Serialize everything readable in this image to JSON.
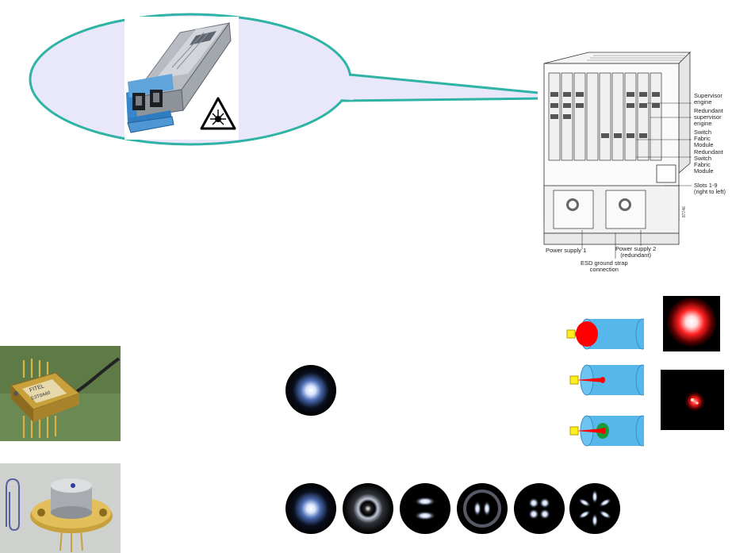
{
  "colors": {
    "bubble_fill": "#e8e8fa",
    "bubble_stroke": "#2eb3a5",
    "fiber_cyan": "#56b8ea",
    "laser_red": "#ff0000",
    "core_green": "#1a9b3a",
    "source_yellow": "#ffef1c"
  },
  "icons": {
    "laser_warning": "laser-warning-icon",
    "sfp_transceiver": "sfp-transceiver-icon",
    "switch_chassis": "switch-chassis-icon",
    "butterfly_laser": "butterfly-laser-package-icon",
    "to_can_laser": "to-can-laser-package-icon",
    "paper_clip": "paper-clip-icon"
  },
  "chassis_labels": {
    "supervisor": "Supervisor\nengine",
    "redundant_supervisor": "Redundant\nsupervisor\nengine",
    "switch_fabric": "Switch\nFabric\nModule",
    "redundant_switch_fabric": "Redundant\nSwitch\nFabric\nModule",
    "slots": "Slots 1-9\n(right to left)",
    "power_supply_1": "Power supply 1",
    "power_supply_2": "Power supply 2\n(redundant)",
    "esd": "ESD ground strap\nconnection",
    "figure_number": "87746"
  },
  "module_labels": {
    "package_part": "E3T0A60",
    "package_brand": "FITEL"
  },
  "fiber_coupling": [
    "multimode-fiber",
    "single-mode-fiber",
    "core-cladding-fiber"
  ],
  "spot_outputs": [
    "multimode-spot",
    "single-mode-speckle"
  ],
  "mode_patterns": [
    "LP01",
    "LP11-ring",
    "LP11-bars",
    "LP21",
    "LP02-quad",
    "LP31-petals"
  ]
}
